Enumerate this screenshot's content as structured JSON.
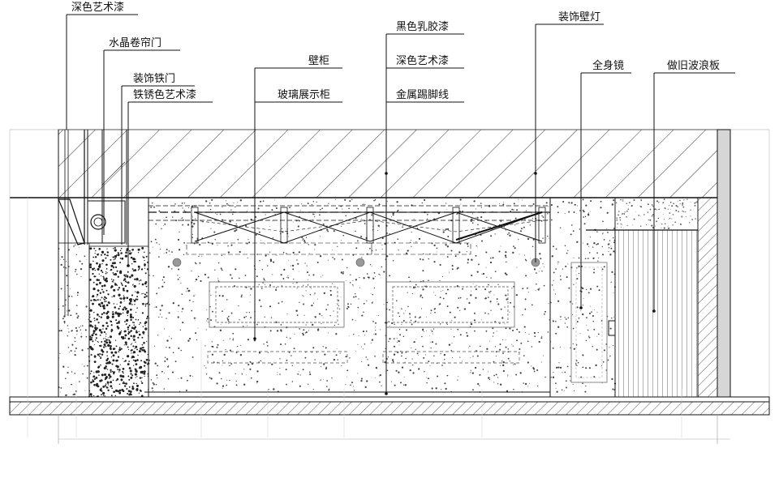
{
  "callouts": {
    "dark_art_paint_top": "深色艺术漆",
    "crystal_roller_door": "水晶卷帘门",
    "decorative_iron_door": "装饰铁门",
    "rust_art_paint": "铁锈色艺术漆",
    "wall_cabinet": "壁柜",
    "glass_display_cabinet": "玻璃展示柜",
    "black_latex_paint": "黑色乳胶漆",
    "dark_art_paint": "深色艺术漆",
    "metal_skirting": "金属踢脚线",
    "decorative_wall_lamp": "装饰壁灯",
    "full_length_mirror": "全身镜",
    "distressed_wave_panel": "做旧波浪板"
  },
  "colors": {
    "line": "#111111",
    "background": "#ffffff"
  }
}
